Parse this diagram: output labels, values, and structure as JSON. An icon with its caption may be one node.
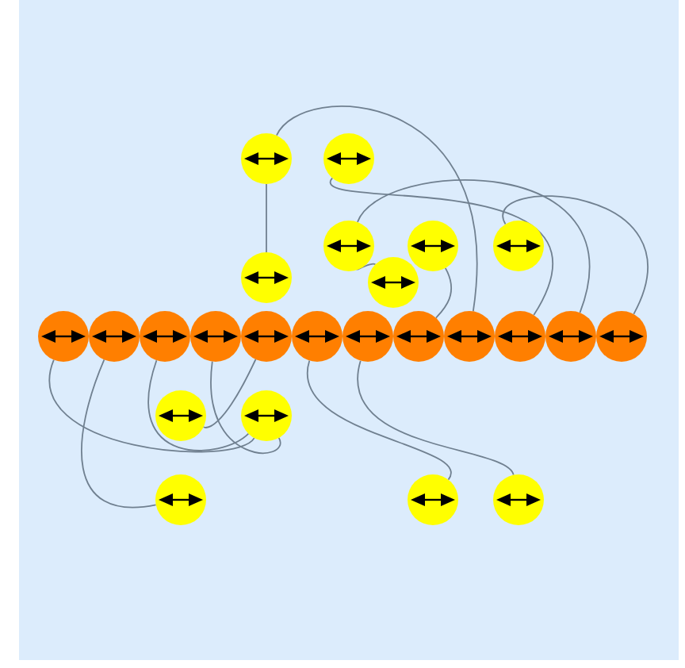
{
  "diagram": {
    "nodes": [
      {
        "text": [],
        "shape": "circle"
      },
      {
        "text": [],
        "shape": "circle"
      },
      {
        "text": [],
        "shape": "circle"
      },
      {
        "text": [],
        "shape": "circle"
      },
      {
        "text": [],
        "shape": "circle"
      },
      {
        "text": [],
        "shape": "circle"
      },
      {
        "text": [],
        "shape": "circle"
      },
      {
        "text": [],
        "shape": "circle"
      },
      {
        "text": [],
        "shape": "circle"
      },
      {
        "text": [],
        "shape": "circle"
      },
      {
        "text": [],
        "shape": "circle"
      },
      {
        "text": [],
        "shape": "circle"
      },
      {
        "text": [],
        "shape": "circle"
      },
      {
        "text": [],
        "shape": "circle"
      },
      {
        "text": [],
        "shape": "circle"
      },
      {
        "text": [],
        "shape": "circle"
      },
      {
        "text": [],
        "shape": "circle"
      },
      {
        "text": [],
        "shape": "circle"
      },
      {
        "text": [],
        "shape": "circle"
      },
      {
        "text": [],
        "shape": "circle"
      },
      {
        "text": [],
        "shape": "circle"
      },
      {
        "text": [],
        "shape": "circle"
      },
      {
        "text": [],
        "shape": "circle"
      },
      {
        "text": [],
        "shape": "circle"
      }
    ],
    "edges": [
      {
        "from": 0,
        "to": 15,
        "arrow": "none"
      },
      {
        "from": 1,
        "to": 16,
        "arrow": "none"
      },
      {
        "from": 2,
        "to": 17,
        "arrow": "none"
      },
      {
        "from": 3,
        "to": 14,
        "arrow": "none"
      },
      {
        "from": 4,
        "to": 18,
        "arrow": "none"
      },
      {
        "from": 7,
        "to": 20,
        "arrow": "none"
      },
      {
        "from": 8,
        "to": 21,
        "arrow": "none"
      },
      {
        "from": 9,
        "to": 20,
        "arrow": "none"
      },
      {
        "from": 10,
        "to": 20,
        "arrow": "none"
      },
      {
        "from": 5,
        "to": 0,
        "arrow": "none"
      },
      {
        "from": 6,
        "to": 2,
        "arrow": "none"
      },
      {
        "from": 12,
        "to": 22,
        "arrow": "none"
      },
      {
        "from": 13,
        "to": 23,
        "arrow": "none"
      },
      {
        "from": 11,
        "to": 19,
        "arrow": "none"
      }
    ]
  }
}
